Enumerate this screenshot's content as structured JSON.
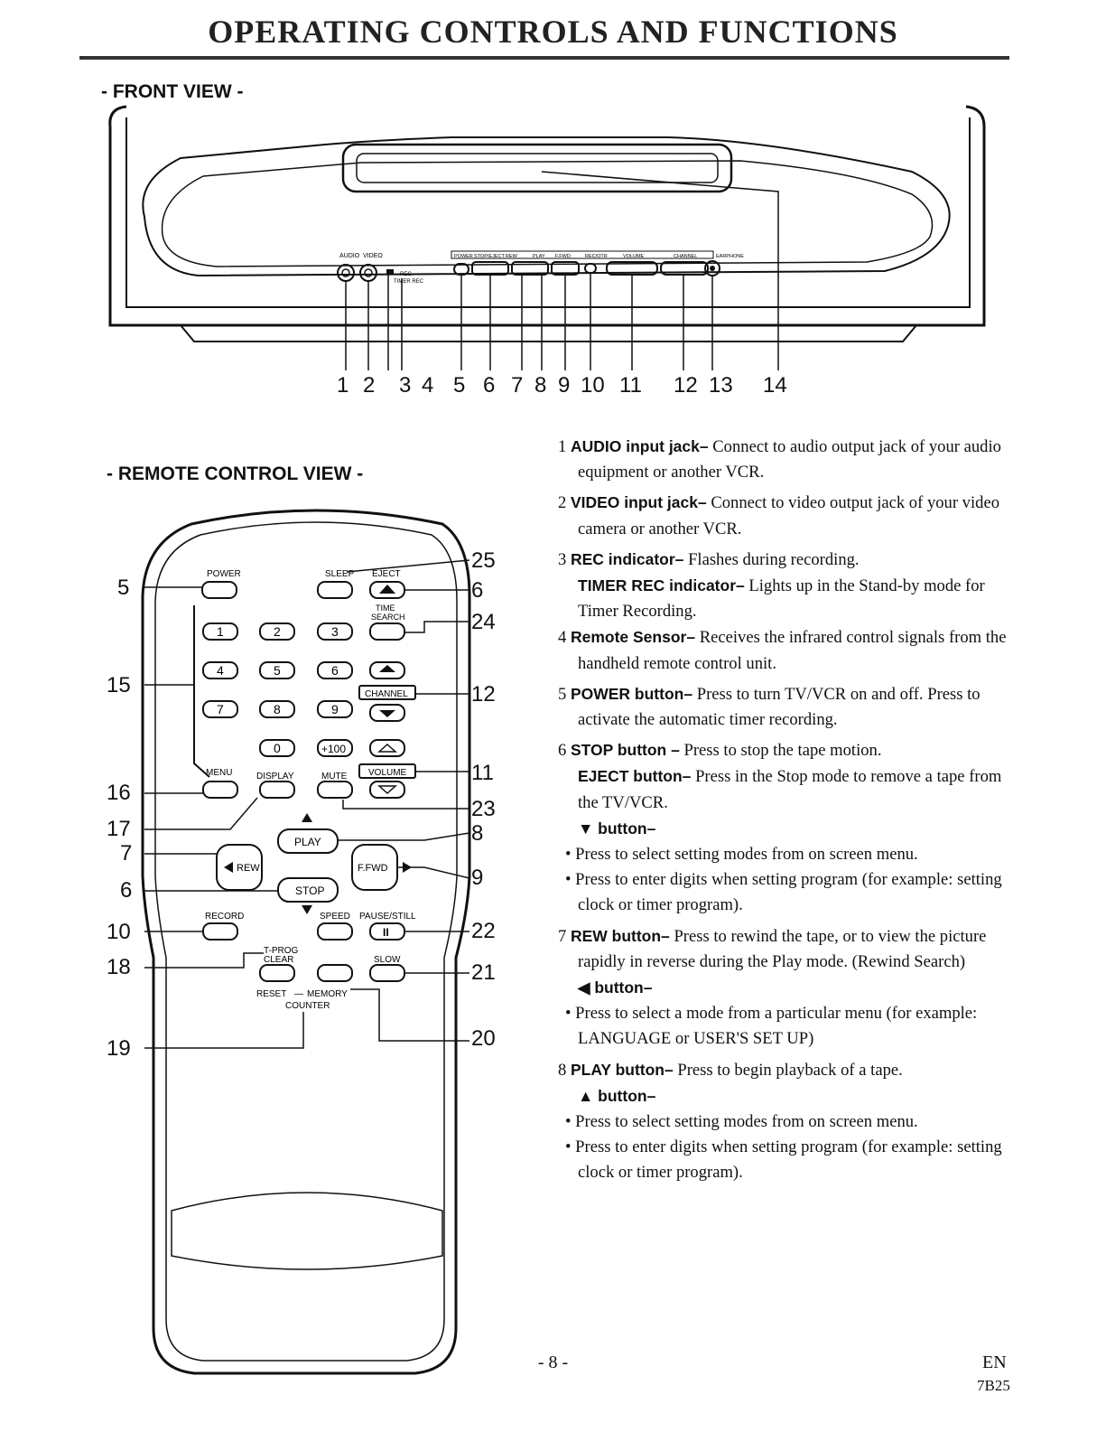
{
  "page_title": "OPERATING CONTROLS AND FUNCTIONS",
  "front_view_label": "- FRONT VIEW -",
  "remote_view_label": "- REMOTE CONTROL VIEW -",
  "front_callouts": [
    "1",
    "2",
    "3",
    "4",
    "5",
    "6",
    "7",
    "8",
    "9",
    "10",
    "11",
    "12",
    "13",
    "14"
  ],
  "vcr_labels": {
    "audio": "AUDIO",
    "video": "VIDEO",
    "rec": "REC",
    "timer_rec": "TIMER REC",
    "power": "POWER",
    "stop_eject": "STOP/EJECT",
    "rew": "REW",
    "play": "PLAY",
    "ffwd": "F.FWD",
    "record": "REC/OTR",
    "volume": "VOLUME",
    "channel": "CHANNEL",
    "earphone": "EARPHONE"
  },
  "remote_labels": {
    "power": "POWER",
    "sleep": "SLEEP",
    "eject": "EJECT",
    "time_search": "TIME\nSEARCH",
    "digits": [
      "1",
      "2",
      "3",
      "4",
      "5",
      "6",
      "7",
      "8",
      "9",
      "0",
      "+100"
    ],
    "channel": "CHANNEL",
    "menu": "MENU",
    "display": "DISPLAY",
    "mute": "MUTE",
    "volume": "VOLUME",
    "play": "PLAY",
    "rew": "REW",
    "ffwd": "F.FWD",
    "stop": "STOP",
    "record": "RECORD",
    "speed": "SPEED",
    "pause_still": "PAUSE/STILL",
    "tprog_clear": "T-PROG\nCLEAR",
    "slow": "SLOW",
    "reset": "RESET",
    "memory": "MEMORY",
    "counter": "COUNTER"
  },
  "remote_callouts_left": [
    "5",
    "15",
    "16",
    "17",
    "7",
    "6",
    "10",
    "18",
    "19"
  ],
  "remote_callouts_right": [
    "25",
    "6",
    "24",
    "12",
    "11",
    "23",
    "8",
    "9",
    "22",
    "21",
    "20"
  ],
  "descriptions": [
    {
      "num": "1",
      "title": "AUDIO input jack–",
      "text": "Connect to audio output jack of your audio equipment or another VCR."
    },
    {
      "num": "2",
      "title": "VIDEO input jack–",
      "text": "Connect to video output jack of your video camera or another VCR."
    },
    {
      "num": "3",
      "title": "REC indicator–",
      "text": "Flashes during recording."
    },
    {
      "num": "",
      "title": "TIMER REC indicator–",
      "text": "Lights up in the Stand-by mode for Timer Recording."
    },
    {
      "num": "4",
      "title": "Remote Sensor–",
      "text": "Receives the infrared control signals from the handheld remote control unit."
    },
    {
      "num": "5",
      "title": "POWER button–",
      "text": "Press to turn TV/VCR on and off. Press to activate the automatic timer recording."
    },
    {
      "num": "6",
      "title": "STOP button –",
      "text": "Press to stop the tape motion."
    },
    {
      "num": "",
      "title": "EJECT button–",
      "text": "Press in the Stop mode to remove a tape from the TV/VCR."
    }
  ],
  "down_button": {
    "title": "▼ button–",
    "bullets": [
      "Press to select setting modes from on screen menu.",
      "Press to enter digits when setting program (for example: setting clock or timer program)."
    ]
  },
  "rew_item": {
    "num": "7",
    "title": "REW button–",
    "text": "Press to rewind the tape, or to view the picture rapidly in reverse during the Play mode. (Rewind Search)"
  },
  "left_button": {
    "title": "◀ button–",
    "bullets": [
      "Press to select a mode from a particular menu (for example: LANGUAGE or USER'S SET UP)"
    ]
  },
  "play_item": {
    "num": "8",
    "title": "PLAY button–",
    "text": "Press to begin playback of a tape."
  },
  "up_button": {
    "title": "▲ button–",
    "bullets": [
      "Press to select setting modes from on screen menu.",
      "Press to enter digits when setting program (for example: setting clock or timer program)."
    ]
  },
  "footer": {
    "page_number": "- 8 -",
    "lang": "EN",
    "code": "7B25"
  }
}
